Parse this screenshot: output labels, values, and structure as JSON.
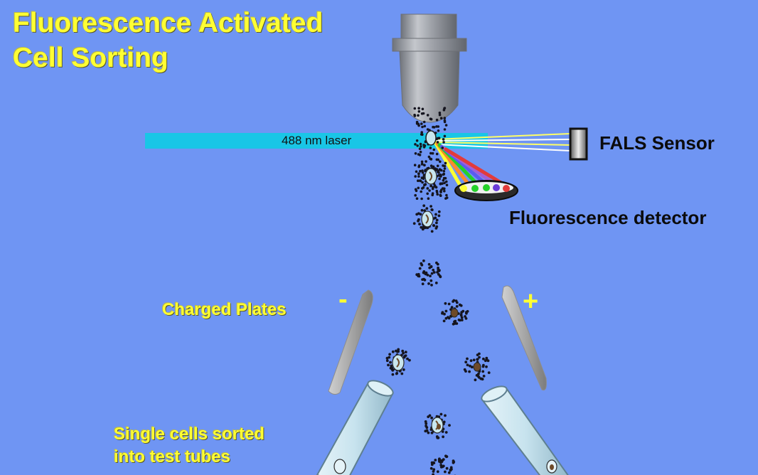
{
  "title": {
    "line1": "Fluorescence Activated",
    "line2": "Cell Sorting"
  },
  "labels": {
    "laser": "488 nm laser",
    "fals_sensor": "FALS Sensor",
    "fluorescence_detector": "Fluorescence detector",
    "charged_plates": "Charged Plates",
    "minus": "-",
    "plus": "+",
    "tubes_line1": "Single cells sorted",
    "tubes_line2": "into test tubes"
  },
  "colors": {
    "background": "#6f95f3",
    "label_yellow": "#ffff33",
    "laser_beam": "#19c6e6",
    "nozzle_gray": "#9ea1a8",
    "plate_gray": "#a7a7a7",
    "tube_fill": "#c7e3ee",
    "cell_body": "#c8e6ee",
    "nucleus": "#6e4a28"
  },
  "icons": {
    "nozzle": "flow-nozzle-icon",
    "sensor": "fals-sensor-icon",
    "detector": "fluorescence-detector-icon",
    "droplet": "droplet-cell-icon",
    "plate": "charged-plate-icon",
    "tube": "test-tube-icon"
  },
  "fluorescence_colors": [
    "#ffff33",
    "#ff8a2a",
    "#25d12a",
    "#5a5cf0",
    "#a15fd8",
    "#e23b3b"
  ]
}
